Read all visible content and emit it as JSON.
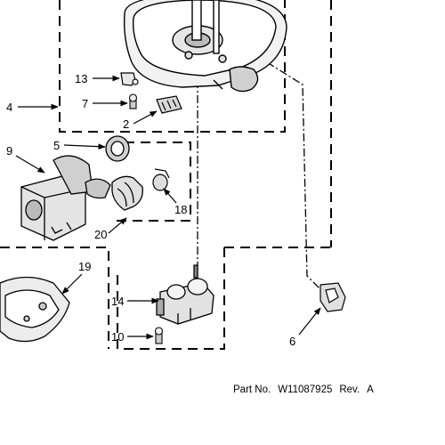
{
  "callouts": {
    "c13": "13",
    "c7": "7",
    "c4": "4",
    "c2": "2",
    "c5": "5",
    "c9": "9",
    "c18": "18",
    "c20": "20",
    "c19": "19",
    "c14": "14",
    "c10": "10",
    "c6": "6"
  },
  "footer": {
    "part_label": "Part No.",
    "part_number": "W11087925",
    "rev_label": "Rev.",
    "rev_value": "A"
  }
}
